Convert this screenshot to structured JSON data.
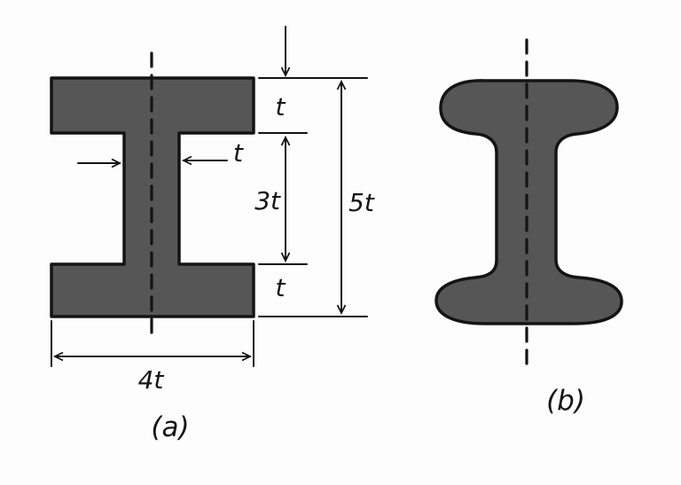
{
  "figure": {
    "background": "#fdfdfd",
    "beam_fill": "#565656",
    "outline": "#141414",
    "description": "Two I-beam cross-sections: (a) sharp-cornered with dimensions, (b) rounded/filleted"
  },
  "fig_a": {
    "label": "(a)",
    "dims": {
      "flange_top_thickness": "t",
      "web_thickness": "t",
      "web_height": "3t",
      "total_height": "5t",
      "flange_bottom_thickness": "t",
      "flange_width": "4t"
    }
  },
  "fig_b": {
    "label": "(b)"
  }
}
